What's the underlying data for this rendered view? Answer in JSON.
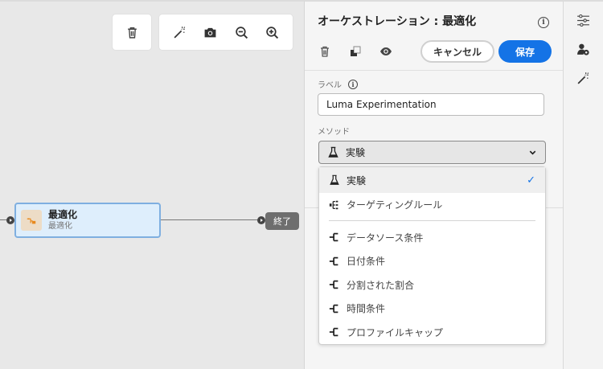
{
  "canvas": {
    "toolbar": {
      "delete": "delete-icon",
      "tools": [
        "magic-wand-icon",
        "camera-icon",
        "zoom-out-icon",
        "zoom-in-icon"
      ]
    },
    "node": {
      "title": "最適化",
      "subtitle": "最適化",
      "icon": "optimize-icon",
      "border_color": "#7fafe0",
      "fill_color": "#deeefc"
    },
    "end_node": {
      "label": "終了"
    }
  },
  "panel": {
    "title": "オーケストレーション : 最適化",
    "actions": {
      "delete": "delete-icon",
      "duplicate": "duplicate-icon",
      "preview": "eye-icon",
      "cancel_label": "キャンセル",
      "save_label": "保存"
    },
    "label_field": {
      "label": "ラベル",
      "value": "Luma Experimentation"
    },
    "method_field": {
      "label": "メソッド",
      "selected": "実験"
    },
    "accent_color": "#1473e6"
  },
  "dropdown": {
    "items": [
      {
        "label": "実験",
        "icon": "flask-icon",
        "selected": true
      },
      {
        "label": "ターゲティングルール",
        "icon": "targeting-icon",
        "selected": false
      },
      {
        "label": "データソース条件",
        "icon": "branch-icon",
        "selected": false
      },
      {
        "label": "日付条件",
        "icon": "branch-icon",
        "selected": false
      },
      {
        "label": "分割された割合",
        "icon": "branch-icon",
        "selected": false
      },
      {
        "label": "時間条件",
        "icon": "branch-icon",
        "selected": false
      },
      {
        "label": "プロファイルキャップ",
        "icon": "branch-icon",
        "selected": false
      }
    ]
  },
  "rail": {
    "items": [
      "settings-sliders-icon",
      "user-settings-icon",
      "magic-wand-icon"
    ]
  }
}
